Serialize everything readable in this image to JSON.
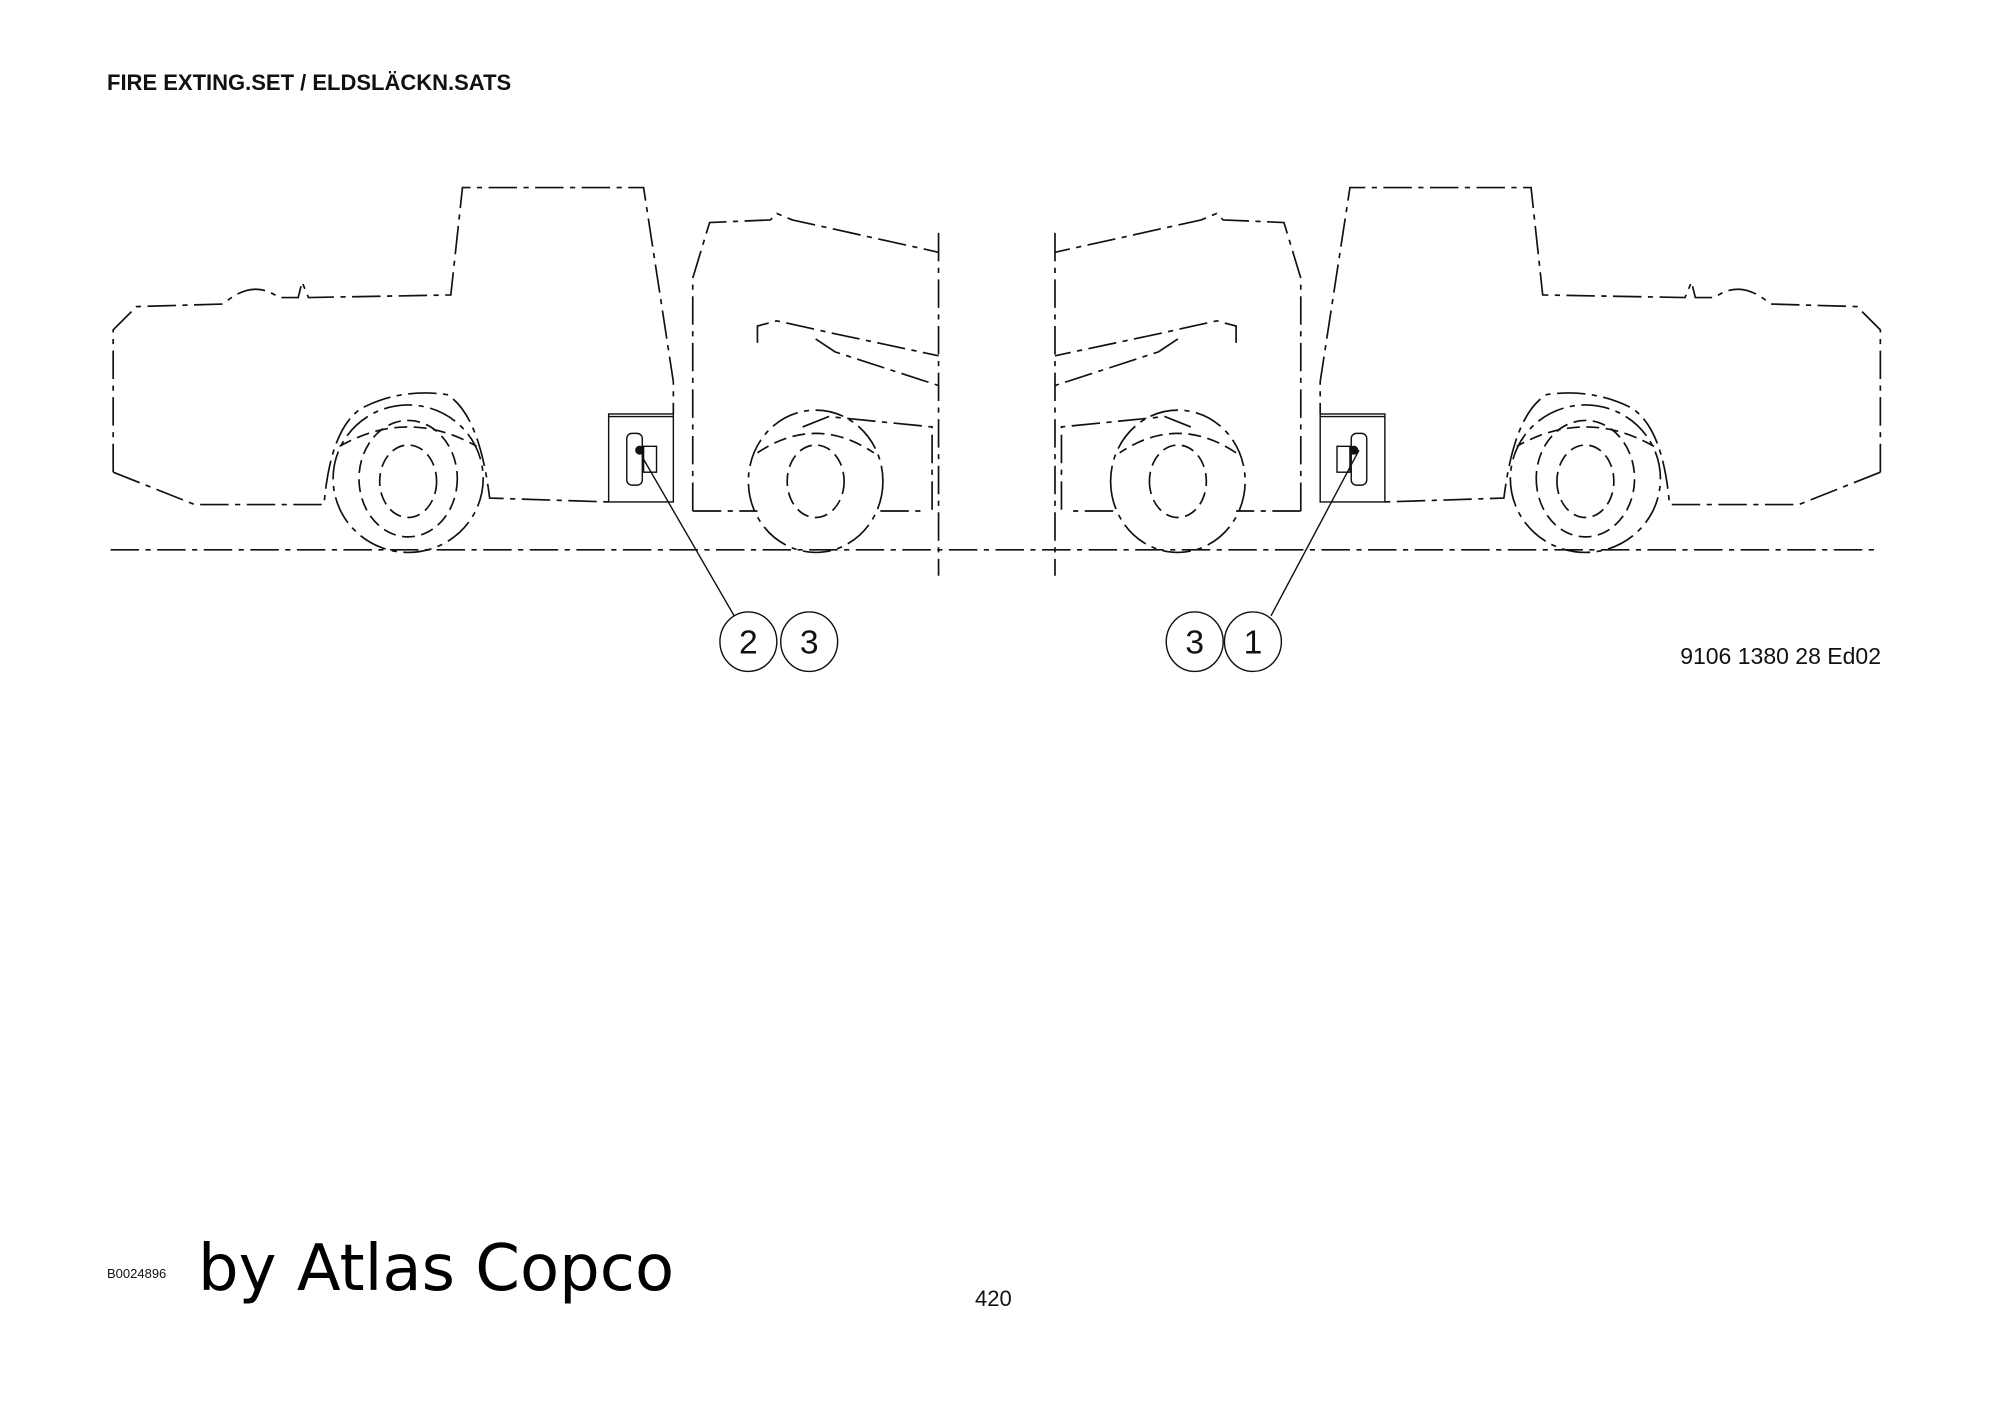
{
  "header": {
    "title": "FIRE EXTING.SET / ELDSLÄCKN.SATS"
  },
  "drawing": {
    "number": "9106 1380 28 Ed02",
    "callouts_left": [
      "2",
      "3"
    ],
    "callouts_right": [
      "3",
      "1"
    ]
  },
  "footer": {
    "image_id": "B0024896",
    "brand": "by Atlas Copco",
    "page_number": "420"
  }
}
